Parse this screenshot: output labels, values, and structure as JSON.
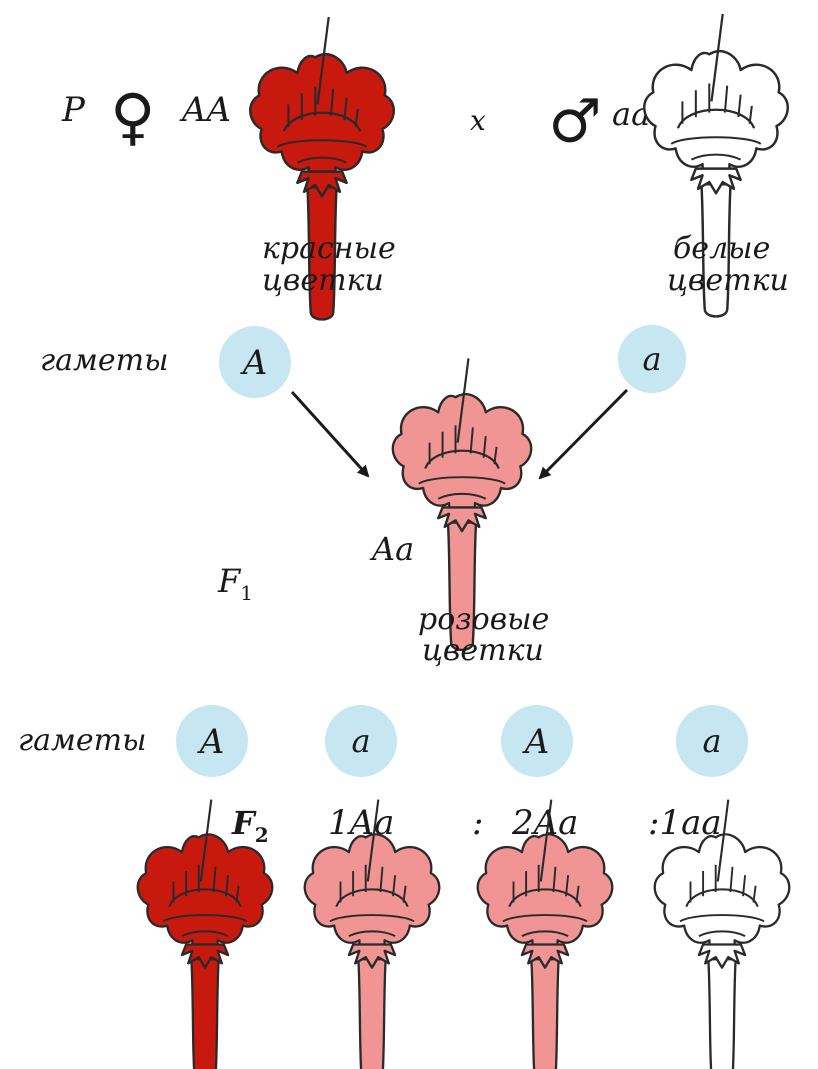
{
  "colors": {
    "red": "#c8190f",
    "pink": "#f09494",
    "white": "#ffffff",
    "outline": "#2a2a2a",
    "gamete": "#c6e6f1"
  },
  "parents": {
    "label": "P",
    "female_symbol": "♀",
    "female_genotype": "AA",
    "cross": "x",
    "male_symbol": "♂",
    "male_genotype": "aa",
    "red_caption": [
      "красные",
      "цветки"
    ],
    "white_caption": [
      "белые",
      "цветки"
    ]
  },
  "gametes_row1": {
    "label": "гаметы",
    "items": [
      "A",
      "a"
    ]
  },
  "f1": {
    "label": "F",
    "label_sub": "1",
    "genotype": "Aa",
    "caption": [
      "розовые",
      "цветки"
    ]
  },
  "gametes_row2": {
    "label": "гаметы",
    "items": [
      "A",
      "a",
      "A",
      "a"
    ]
  },
  "f2": {
    "label": "F",
    "label_sub": "2",
    "ratio_items": [
      "1Aa",
      ":",
      "2Aa",
      ":1aa"
    ],
    "flower_colors": [
      "red",
      "pink",
      "pink",
      "white"
    ]
  }
}
